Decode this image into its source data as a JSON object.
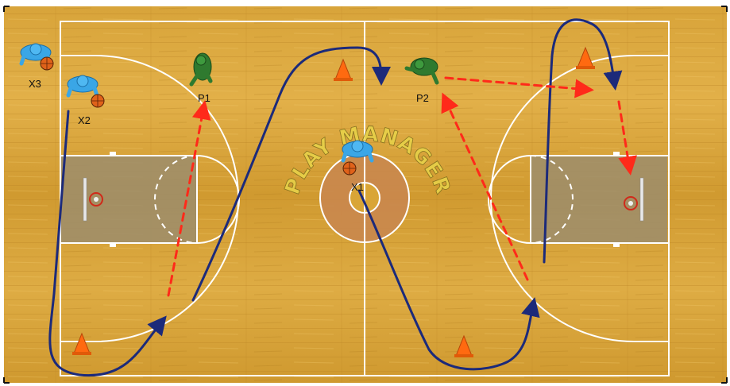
{
  "diagram": {
    "watermark": "PLAY MANAGER",
    "colors": {
      "floor": "#d9a536",
      "floor_dark": "#c48a24",
      "lines": "#ffffff",
      "paint": "#9a8a6a",
      "center_circle": "#c9874e",
      "dribble_path": "#1c2a7a",
      "pass_path": "#ff2a1a",
      "cone": "#ff6a10",
      "team_x": "#3aa6e6",
      "team_p": "#2f7a2f",
      "ball": "#e0621a"
    },
    "players": [
      {
        "label": "X3",
        "team": "x",
        "has_ball": true
      },
      {
        "label": "X2",
        "team": "x",
        "has_ball": true
      },
      {
        "label": "P1",
        "team": "p",
        "has_ball": false
      },
      {
        "label": "X1",
        "team": "x",
        "has_ball": true
      },
      {
        "label": "P2",
        "team": "p",
        "has_ball": false
      }
    ],
    "cones": [
      "cone",
      "cone",
      "cone",
      "cone"
    ]
  }
}
